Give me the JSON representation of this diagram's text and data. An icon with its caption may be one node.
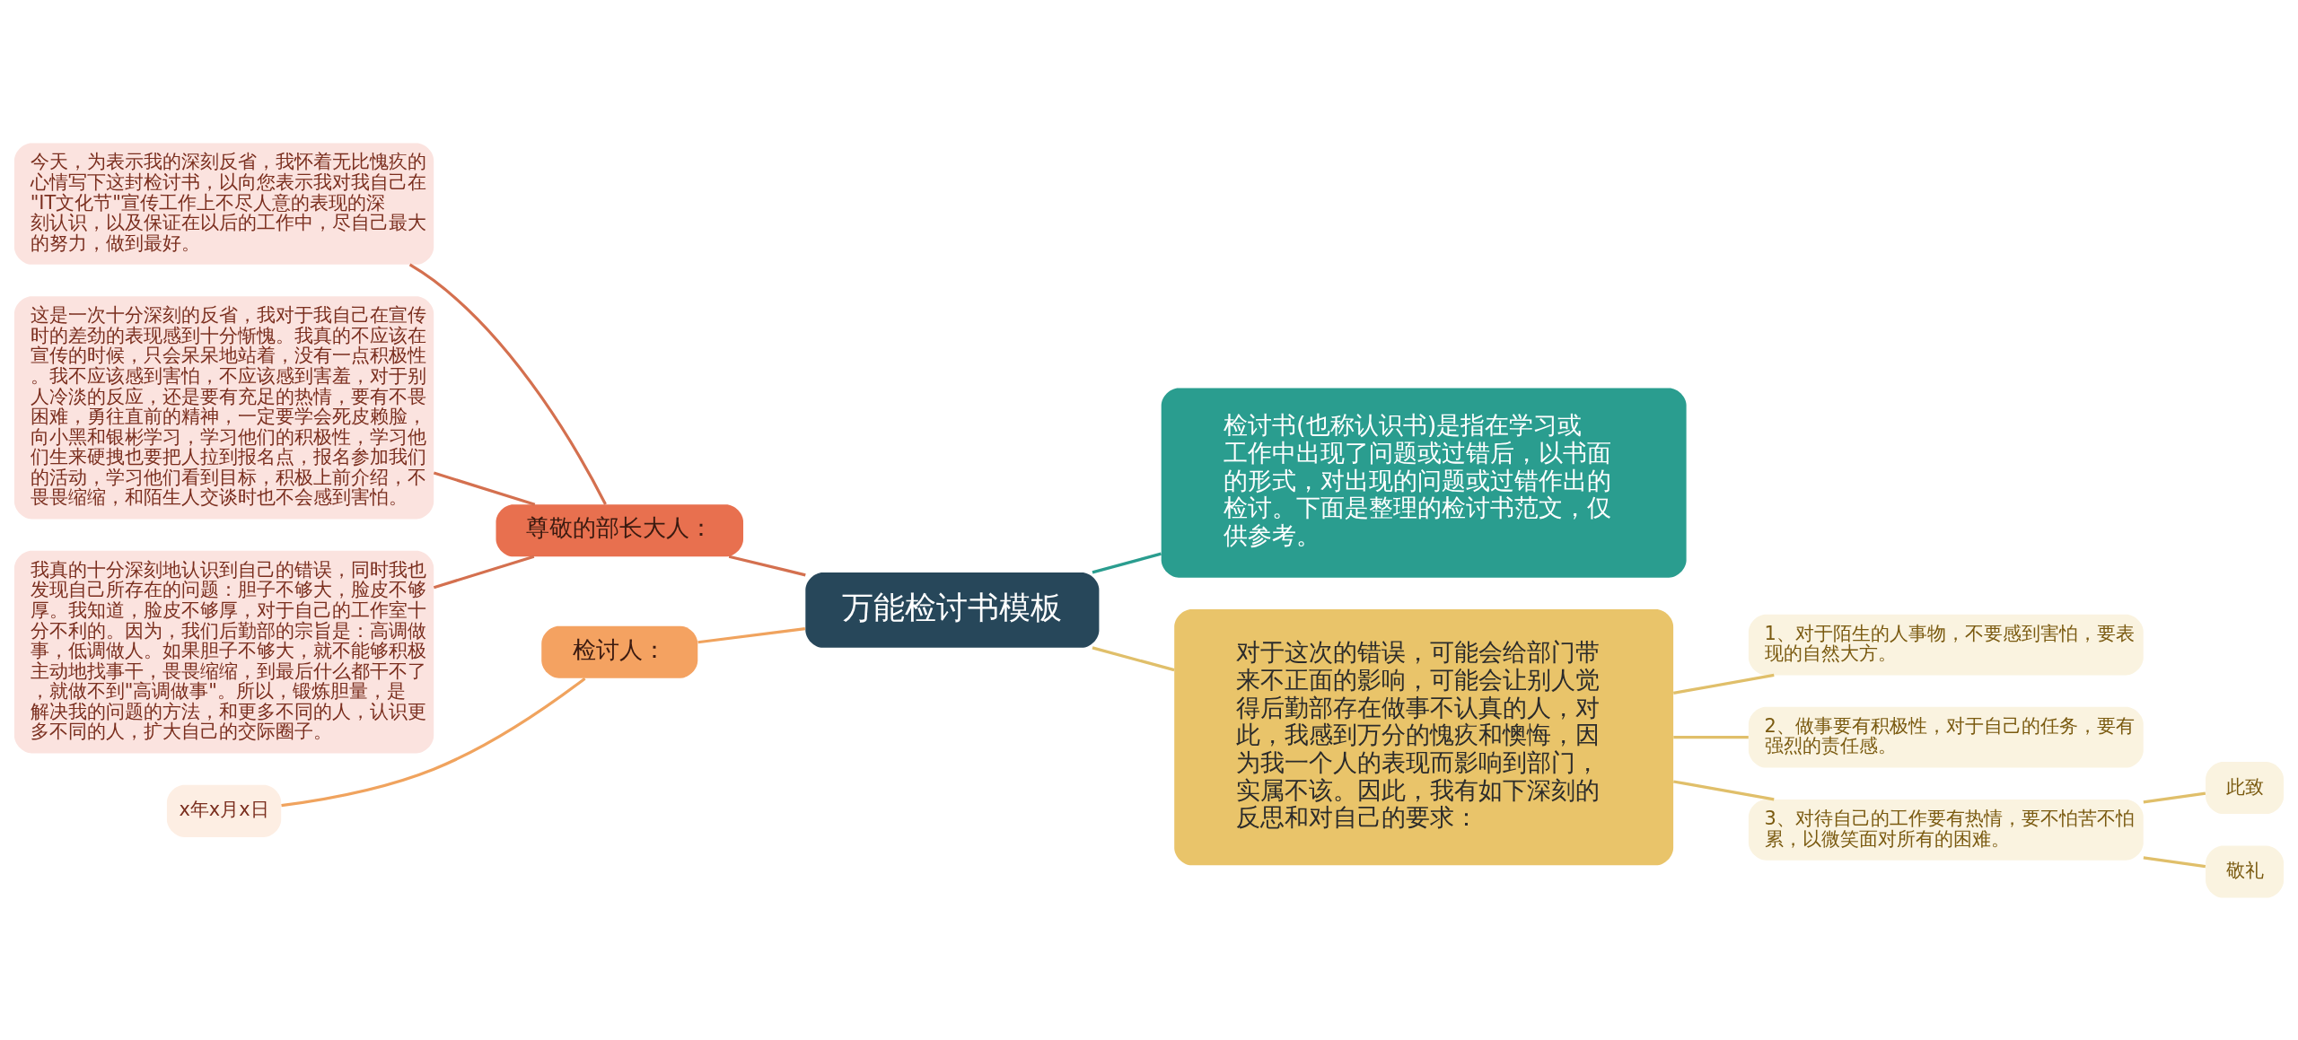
{
  "diagram": {
    "nodes": [
      {
        "text": [
          "万能检讨书模板"
        ]
      },
      {
        "text": [
          "尊敬的部长大人："
        ]
      },
      {
        "text": [
          "今天，为表示我的深刻反省，我怀着无比愧疚的心情写下这封检讨书，以向您表示我对我自己在\"IT文化节\"宣传工作上不尽人意的表现的深刻认识，以及保证在以后的工作中，尽自己最大的努力，做到最好。"
        ]
      },
      {
        "text": [
          "这是一次十分深刻的反省，我对于我自己在宣传时的差劲的表现感到十分惭愧。我真的不应该在宣传的时候，只会呆呆地站着，没有一点积极性。我不应该感到害怕，不应该感到害羞，对于别人冷淡的反应，还是要有充足的热情，要有不畏困难，勇往直前的精神，一定要学会死皮赖脸，向小黑和银彬学习，学习他们的积极性，学习他们生来硬拽也要把人拉到报名点，报名参加我们的活动，学习他们看到目标，积极上前介绍，不畏畏缩缩，和陌生人交谈时也不会感到害怕。"
        ]
      },
      {
        "text": [
          "我真的十分深刻地认识到自己的错误，同时我也发现自己所存在的问题：胆子不够大，脸皮不够厚。我知道，脸皮不够厚，对于自己的工作室十分不利的。因为，我们后勤部的宗旨是：高调做事，低调做人。如果胆子不够大，就不能够积极主动地找事干，畏畏缩缩，到最后什么都干不了，就做不到\"高调做事\"。所以，锻炼胆量，是解决我的问题的方法，和更多不同的人，认识更多不同的人，扩大自己的交际圈子。"
        ]
      },
      {
        "text": [
          "检讨人："
        ]
      },
      {
        "text": [
          "x年x月x日"
        ]
      },
      {
        "text": [
          "检讨书(也称认识书)是指在学习或工作中出现了问题或过错后，以书面的形式，对出现的问题或过错作出的检讨。下面是整理的检讨书范文，仅供参考。"
        ]
      },
      {
        "text": [
          "对于这次的错误，可能会给部门带来不正面的影响，可能会让别人觉得后勤部存在做事不认真的人，对此，我感到万分的愧疚和懊悔，因为我一个人的表现而影响到部门，实属不该。因此，我有如下深刻的反思和对自己的要求："
        ]
      },
      {
        "text": [
          "1、对于陌生的人事物，不要感到害怕，要表现的自然大方。"
        ]
      },
      {
        "text": [
          "2、做事要有积极性，对于自己的任务，要有强烈的责任感。"
        ]
      },
      {
        "text": [
          "3、对待自己的工作要有热情，要不怕苦不怕累，以微笑面对所有的困难。"
        ]
      },
      {
        "text": [
          "此致"
        ]
      },
      {
        "text": [
          "敬礼"
        ]
      }
    ],
    "edges": [
      {
        "from": 2,
        "to": 1,
        "arrow": "none",
        "color": "#d4704f"
      },
      {
        "from": 3,
        "to": 1,
        "arrow": "none",
        "color": "#d4704f"
      },
      {
        "from": 4,
        "to": 1,
        "arrow": "none",
        "color": "#d4704f"
      },
      {
        "from": 1,
        "to": 0,
        "arrow": "none",
        "color": "#d4704f"
      },
      {
        "from": 6,
        "to": 5,
        "arrow": "none",
        "color": "#f0a35e"
      },
      {
        "from": 5,
        "to": 0,
        "arrow": "none",
        "color": "#f0a35e"
      },
      {
        "from": 0,
        "to": 7,
        "arrow": "none",
        "color": "#2a9d8f"
      },
      {
        "from": 0,
        "to": 8,
        "arrow": "none",
        "color": "#e0bf6a"
      },
      {
        "from": 8,
        "to": 9,
        "arrow": "none",
        "color": "#e0bf6a"
      },
      {
        "from": 8,
        "to": 10,
        "arrow": "none",
        "color": "#e0bf6a"
      },
      {
        "from": 8,
        "to": 11,
        "arrow": "none",
        "color": "#e0bf6a"
      },
      {
        "from": 11,
        "to": 12,
        "arrow": "none",
        "color": "#e0bf6a"
      },
      {
        "from": 11,
        "to": 13,
        "arrow": "none",
        "color": "#e0bf6a"
      }
    ]
  }
}
